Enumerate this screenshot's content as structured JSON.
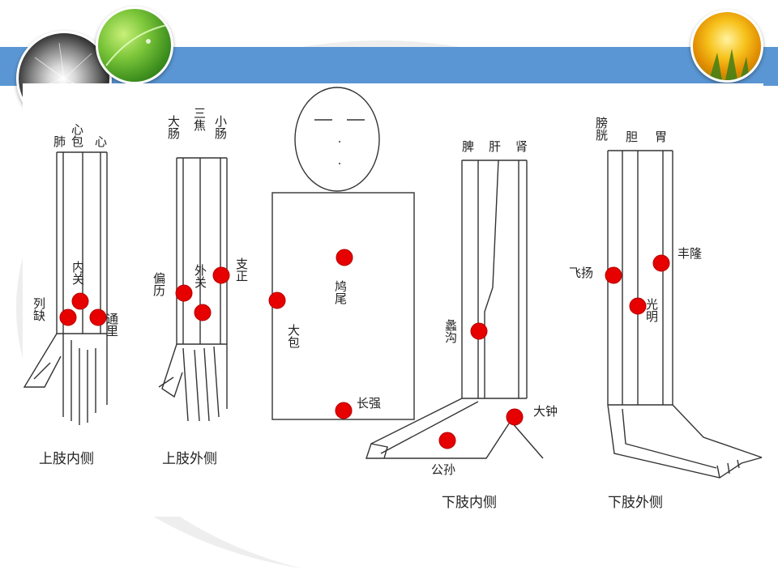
{
  "diagram": {
    "captions": {
      "upper_inner": "上肢内侧",
      "upper_outer": "上肢外侧",
      "lower_inner": "下肢内侧",
      "lower_outer": "下肢外侧"
    },
    "upper_inner": {
      "meridians": [
        "肺",
        "心包",
        "心"
      ],
      "points": {
        "lieque": "列缺",
        "neiguan": "内关",
        "tongli": "通里"
      }
    },
    "upper_outer": {
      "meridians": [
        "大肠",
        "三焦",
        "小肠"
      ],
      "points": {
        "pianli": "偏历",
        "waiguan": "外关",
        "zhizheng": "支正"
      }
    },
    "trunk": {
      "points": {
        "jiuwei": "鸠尾",
        "dabao": "大包",
        "changqiang": "长强"
      }
    },
    "lower_inner": {
      "meridians": [
        "脾",
        "肝",
        "肾"
      ],
      "points": {
        "ligou": "蠡沟",
        "dazhong": "大钟",
        "gongsun": "公孙"
      }
    },
    "lower_outer": {
      "meridians": [
        "膀胱",
        "胆",
        "胃"
      ],
      "points": {
        "feiyang": "飞扬",
        "fenglong": "丰隆",
        "guangming": "光明"
      }
    }
  },
  "colors": {
    "header_band": "#5a96d3",
    "acupoint": "#e60000"
  }
}
